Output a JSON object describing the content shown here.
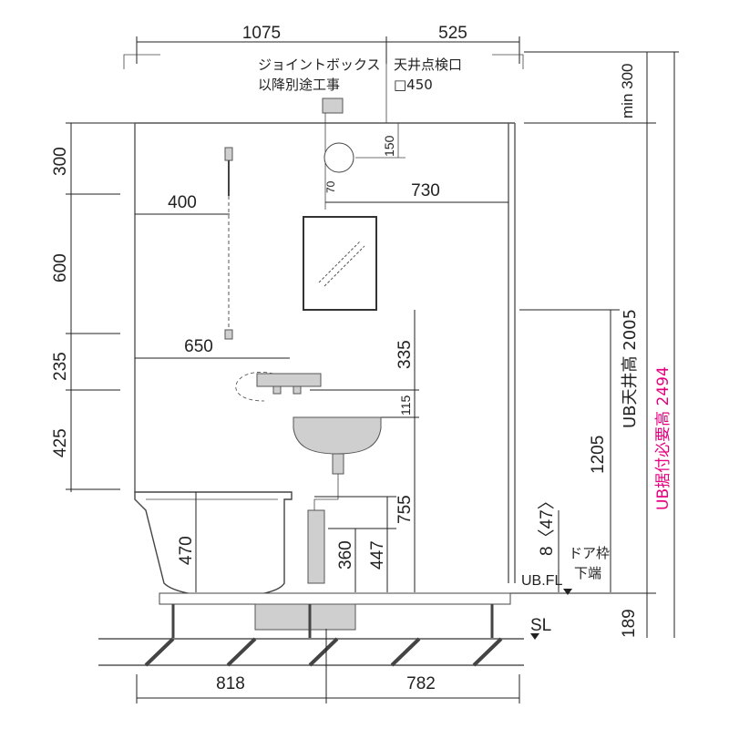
{
  "dimensions": {
    "top_left": "1075",
    "top_right": "525",
    "bottom_left": "818",
    "bottom_right": "782",
    "left_300": "300",
    "left_600": "600",
    "left_235": "235",
    "left_425": "425",
    "h_400": "400",
    "h_650": "650",
    "h_730": "730",
    "v_150": "150",
    "v_70": "70",
    "v_335": "335",
    "v_115": "115",
    "v_755": "755",
    "v_360": "360",
    "v_447": "447",
    "v_470": "470",
    "v_1205": "1205",
    "v_8_47": "8〈47〉",
    "v_189": "189",
    "min_300": "min 300"
  },
  "notes": {
    "joint_box_line1": "ジョイントボックス",
    "joint_box_line2": "以降別途工事",
    "ceiling_hatch_line1": "天井点検口",
    "ceiling_hatch_line2": "□450",
    "door_frame_line1": "ドア枠",
    "door_frame_line2": "下端",
    "ub_fl": "UB.FL",
    "sl": "SL",
    "ub_ceiling_height": "UB天井高 2005",
    "ub_required_height": "UB据付必要高 2494"
  },
  "colors": {
    "accent": "#e6007e",
    "line": "#222222"
  }
}
